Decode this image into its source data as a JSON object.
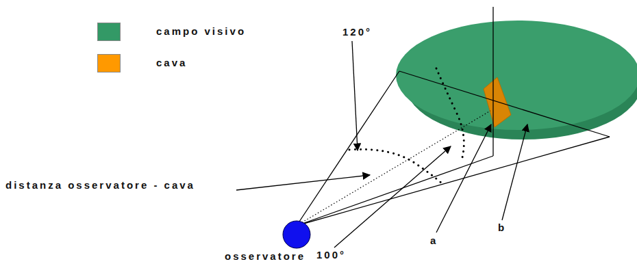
{
  "diagram": {
    "nodes": [
      {
        "text": [
          "osservatore"
        ]
      }
    ],
    "labels": [
      "120°",
      "distanza osservatore - cava",
      "100°",
      "a",
      "b"
    ],
    "legend": [
      {
        "text": "campo visivo",
        "color": "#339966"
      },
      {
        "text": "cava",
        "color": "#ff9900"
      }
    ]
  }
}
